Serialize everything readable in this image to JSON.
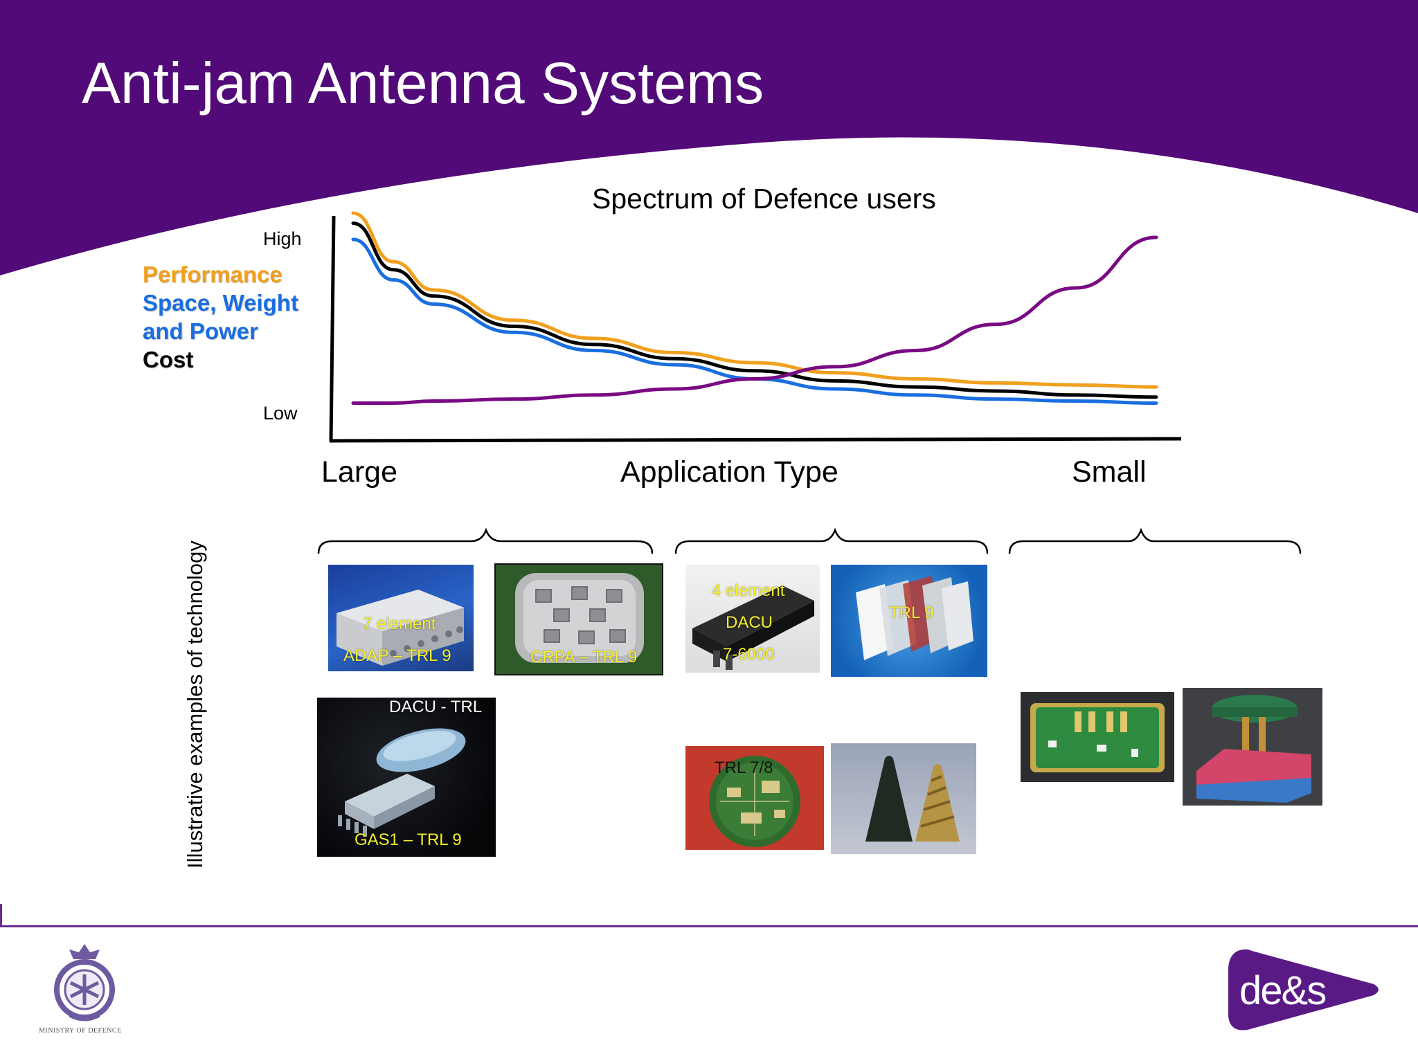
{
  "slide": {
    "title": "Anti-jam Antenna Systems"
  },
  "chart": {
    "title": "Spectrum of Defence users",
    "y_high": "High",
    "y_low": "Low",
    "legend": {
      "performance": "Performance",
      "swap_line1": "Space, Weight",
      "swap_line2": "and Power",
      "cost": "Cost"
    },
    "x_left": "Large",
    "x_center": "Application Type",
    "x_right": "Small"
  },
  "chart_data": {
    "type": "line",
    "title": "Spectrum of Defence users",
    "xlabel": "Application Type",
    "x_ticks": [
      "Large",
      "Small"
    ],
    "y_ticks": [
      "Low",
      "High"
    ],
    "x": [
      0,
      0.05,
      0.1,
      0.2,
      0.3,
      0.4,
      0.5,
      0.6,
      0.7,
      0.8,
      0.9,
      1.0
    ],
    "series": [
      {
        "name": "Performance",
        "color": "#f0a01e",
        "values": [
          1.0,
          0.76,
          0.62,
          0.47,
          0.38,
          0.31,
          0.26,
          0.21,
          0.18,
          0.16,
          0.15,
          0.14
        ]
      },
      {
        "name": "Space, Weight and Power",
        "color": "#1a6ee0",
        "values": [
          0.87,
          0.67,
          0.55,
          0.41,
          0.32,
          0.25,
          0.18,
          0.13,
          0.1,
          0.08,
          0.07,
          0.06
        ]
      },
      {
        "name": "Cost",
        "color": "#000000",
        "values": [
          0.95,
          0.72,
          0.59,
          0.44,
          0.35,
          0.28,
          0.22,
          0.17,
          0.14,
          0.12,
          0.1,
          0.09
        ]
      },
      {
        "color": "#7a0a84",
        "values": [
          0.06,
          0.06,
          0.07,
          0.08,
          0.1,
          0.13,
          0.18,
          0.24,
          0.32,
          0.45,
          0.63,
          0.88
        ]
      }
    ]
  },
  "examples": {
    "label": "Illustrative examples of technology",
    "adap_caption1": "7 element",
    "adap_caption2": "ADAP – TRL 9",
    "crpa_caption": "CRPA – TRL 9",
    "dacu_top": "DACU - TRL",
    "gas1_caption": "GAS1 – TRL 9",
    "dacu4_line1": "4 element",
    "dacu4_line2": "DACU",
    "dacu4_line3": "7-6000",
    "trl9_caption": "TRL 9",
    "trl78_caption": "TRL 7/8"
  },
  "footer": {
    "mod_text": "MINISTRY OF DEFENCE",
    "logo_text": "de&s"
  },
  "colors": {
    "header_purple": "#520a78",
    "performance": "#f0a01e",
    "swap": "#1a6ee0",
    "cost": "#000000",
    "caption_yellow": "#f5f02a"
  }
}
